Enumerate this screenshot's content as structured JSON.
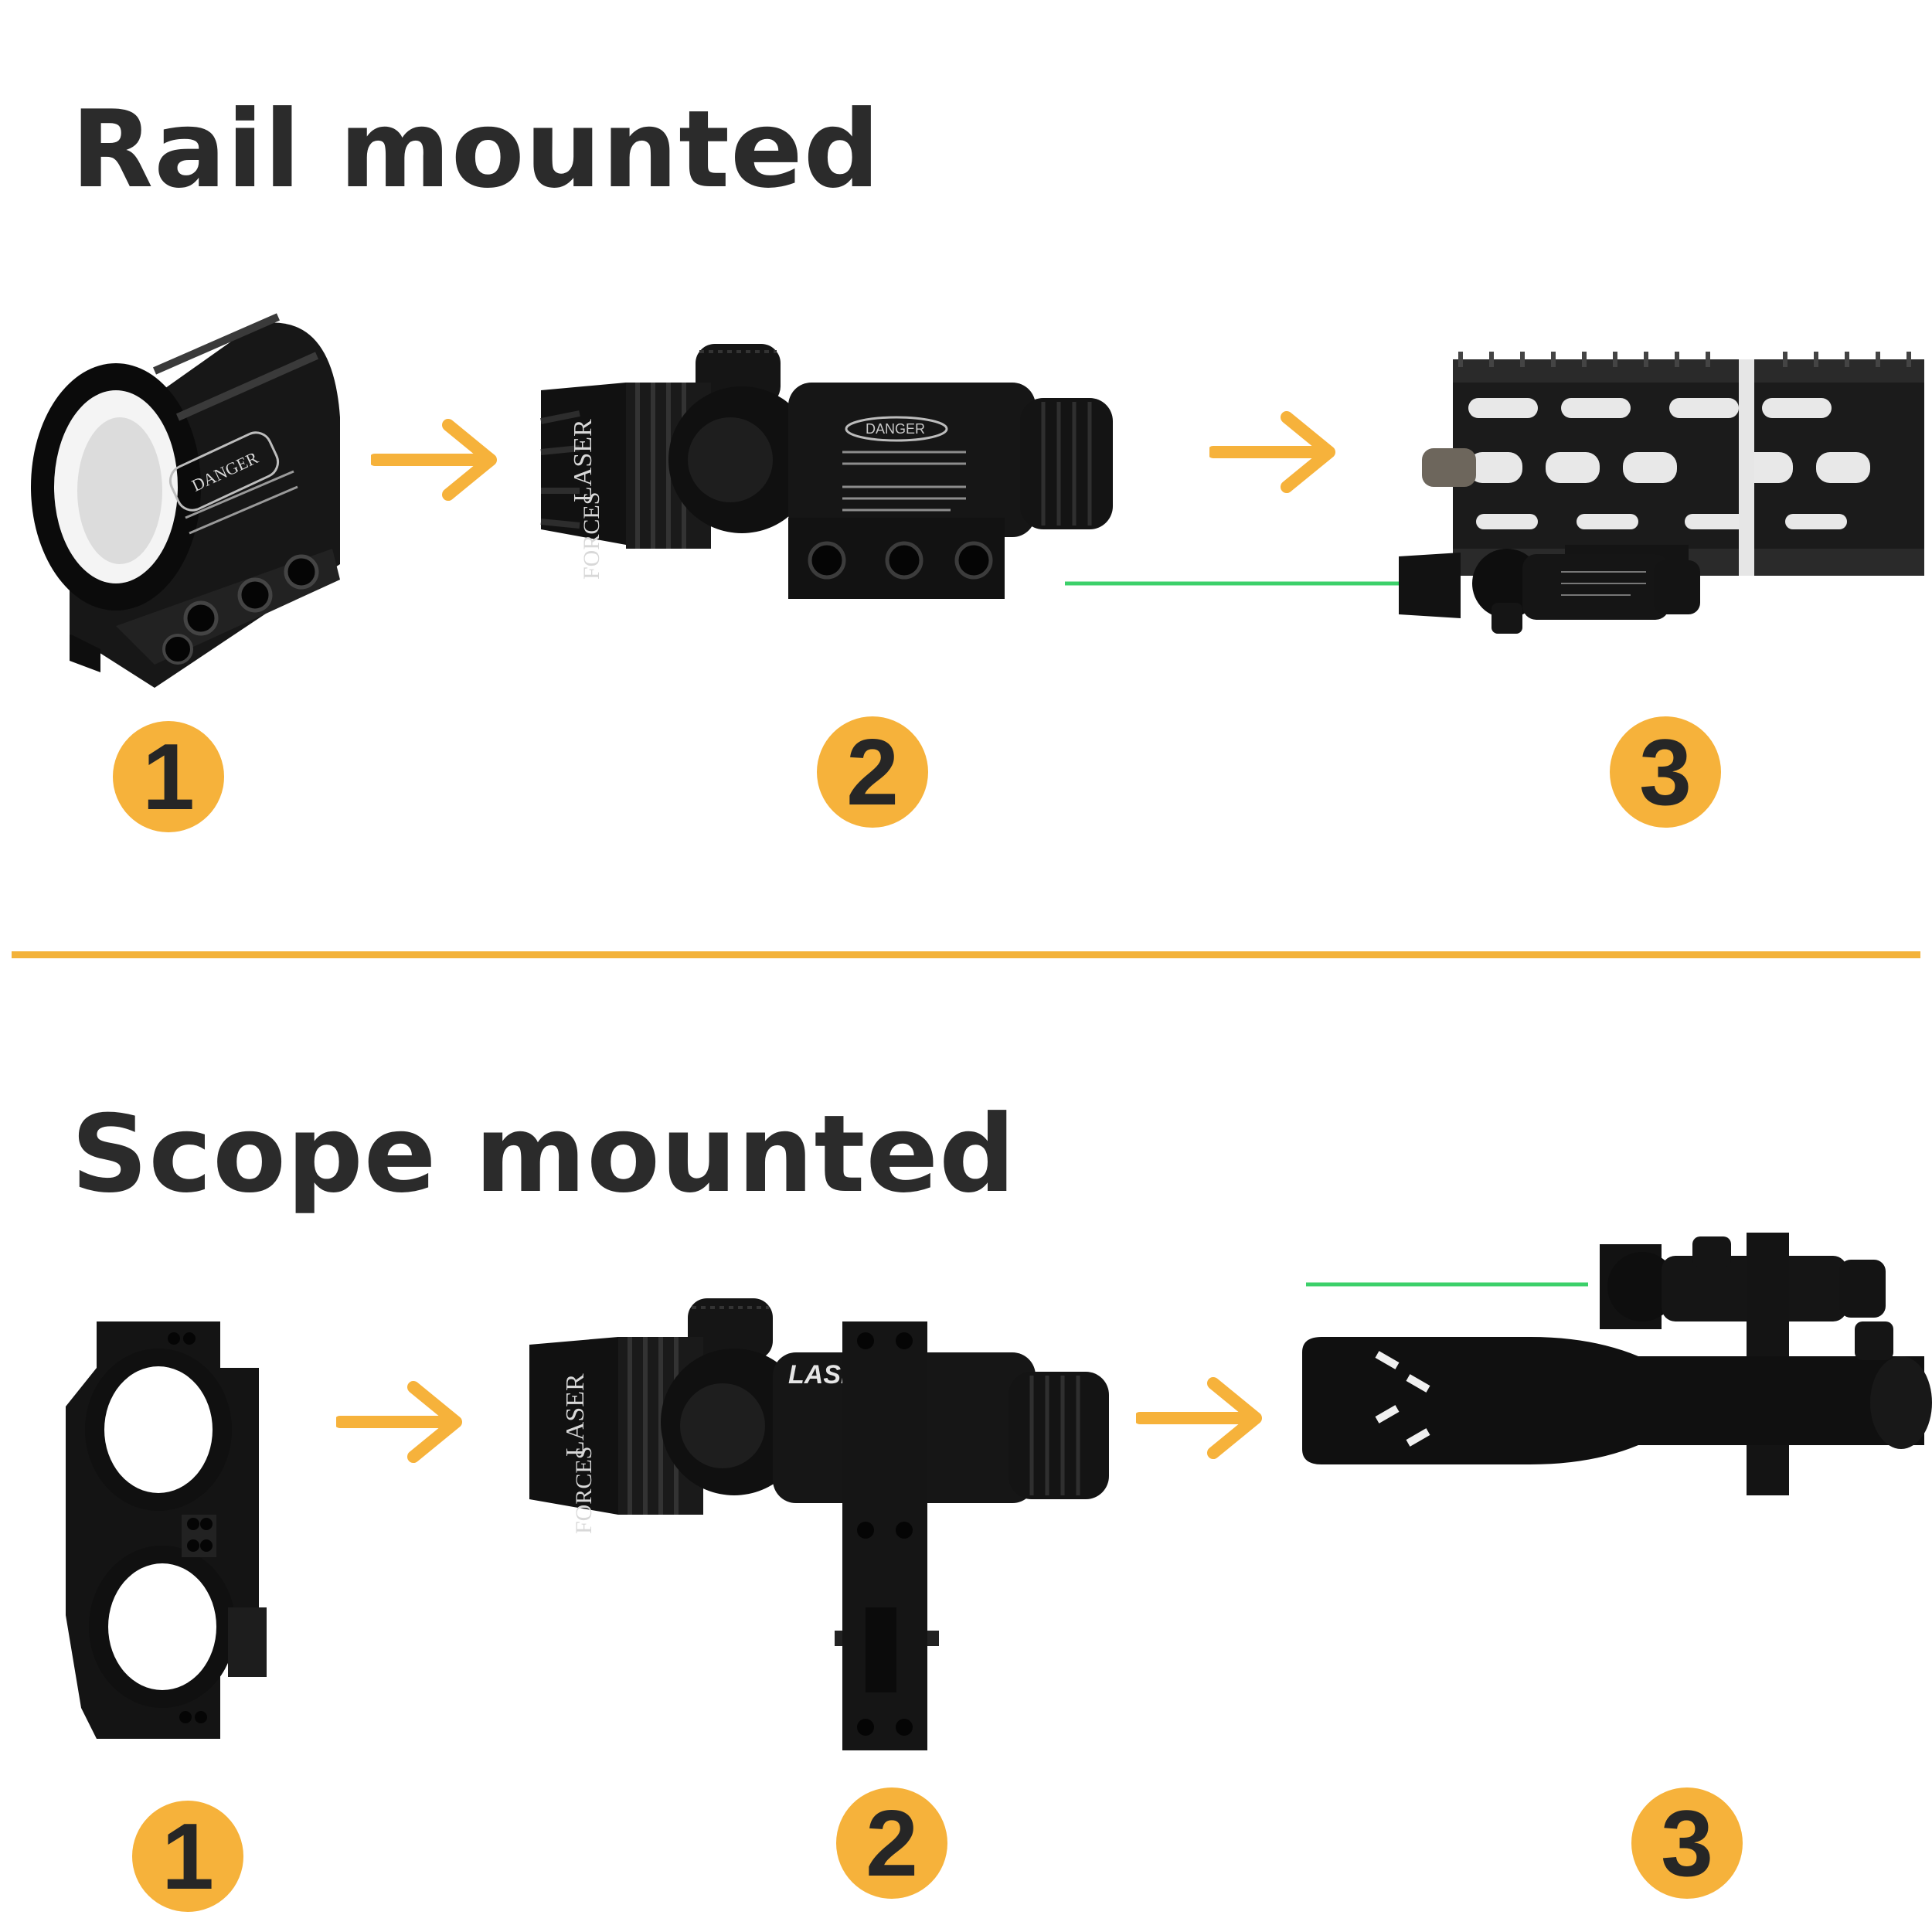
{
  "sections": [
    {
      "title": "Rail mounted",
      "steps": [
        "1",
        "2",
        "3"
      ]
    },
    {
      "title": "Scope mounted",
      "steps": [
        "1",
        "2",
        "3"
      ]
    }
  ],
  "labels": {
    "danger": "DANGER",
    "laser": "LASER",
    "forces": "FORCES",
    "laser_brand": "LASER"
  },
  "colors": {
    "accent": "#f6b23b",
    "divider": "#f3b23a",
    "title": "#2b2b2b",
    "metal": "#141414",
    "laser_beam": "#3cd06a"
  },
  "icons": [
    "arrow-right-icon"
  ]
}
